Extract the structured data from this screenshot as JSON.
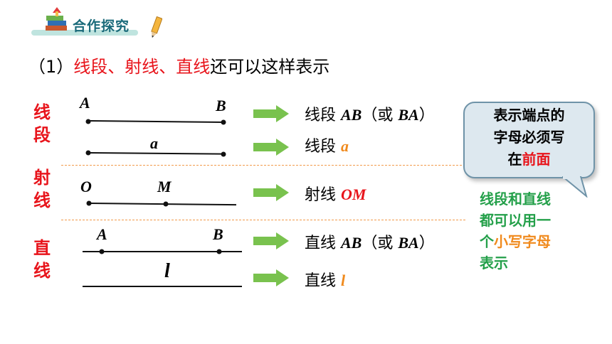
{
  "header": {
    "title": "合作探究"
  },
  "subtitle": {
    "number": "（1）",
    "highlight": "线段、射线、直线",
    "rest": "还可以这样表示"
  },
  "side_labels": {
    "segment": [
      "线",
      "段"
    ],
    "ray": [
      "射",
      "线"
    ],
    "line": [
      "直",
      "线"
    ]
  },
  "points": {
    "seg_a": "A",
    "seg_b": "B",
    "seg_small": "a",
    "ray_o": "O",
    "ray_m": "M",
    "line_a": "A",
    "line_b": "B",
    "line_small": "l"
  },
  "results": {
    "r1": {
      "prefix": "线段 ",
      "name": "AB",
      "paren_open": "（或 ",
      "alt": "BA",
      "paren_close": "）"
    },
    "r2": {
      "prefix": "线段 ",
      "name": "a"
    },
    "r3": {
      "prefix": "射线 ",
      "name": "OM"
    },
    "r4": {
      "prefix": "直线 ",
      "name": "AB",
      "paren_open": "（或 ",
      "alt": "BA",
      "paren_close": "）"
    },
    "r5": {
      "prefix": "直线 ",
      "name": "l"
    }
  },
  "bubble": {
    "line1": "表示端点的",
    "line2": "字母必须写",
    "line3_pre": "在",
    "line3_em": "前面"
  },
  "note": {
    "line1": "线段和直线",
    "line2": "都可以用一",
    "line3_pre": "个",
    "line3_em": "小写字母",
    "line4": "表示"
  },
  "colors": {
    "accent_red": "#e8141b",
    "accent_orange": "#f08a1d",
    "accent_green": "#24a04a",
    "arrow_green": "#79c24e"
  }
}
